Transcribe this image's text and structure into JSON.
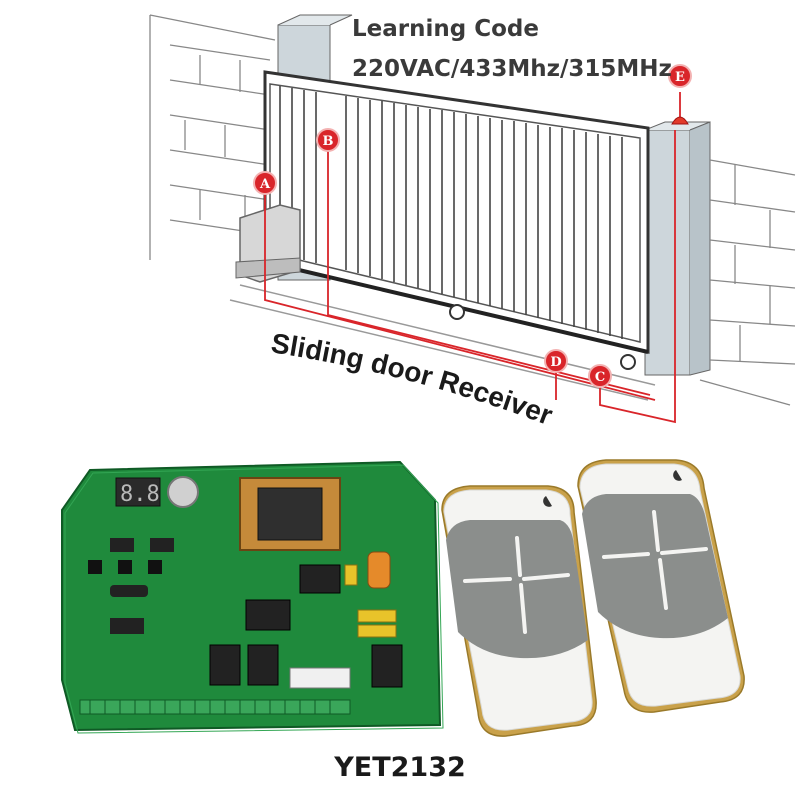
{
  "header": {
    "line1": "Learning Code",
    "line2": "220VAC/433Mhz/315MHz"
  },
  "diagram": {
    "caption": "Sliding door Receiver",
    "markers": [
      "A",
      "B",
      "C",
      "D",
      "E"
    ]
  },
  "product": {
    "model": "YET2132"
  },
  "colors": {
    "marker_red": "#d9252a",
    "pcb_green": "#1f8a3c",
    "remote_gray": "#8b8e8c",
    "remote_trim": "#c9a14a"
  }
}
